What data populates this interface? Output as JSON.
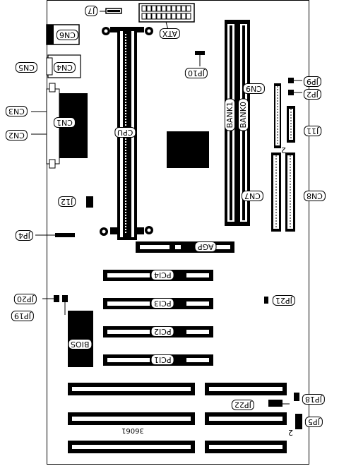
{
  "diagram": {
    "labels": {
      "j7": "J7",
      "atx": "ATX",
      "cn6": "CN6",
      "cn5": "CN5",
      "cn4": "CN4",
      "jp10": "JP10",
      "jp9": "JP9",
      "cn9": "CN9",
      "jp2": "JP2",
      "cn3": "CN3",
      "cn1": "CN1",
      "cpu": "CPU",
      "cn2": "CN2",
      "j11": "J11",
      "bank1": "BANK1",
      "bank0": "BANK0",
      "j12": "J12",
      "cn7": "CN7",
      "cn8": "CN8",
      "jp4": "JP4",
      "agp": "AGP",
      "pci4": "PCI4",
      "jp20": "JP20",
      "jp21": "JP21",
      "pci3": "PCI3",
      "jp19": "JP19",
      "pci2": "PCI2",
      "bios": "BIOS",
      "pci1": "PCI1",
      "jp18": "JP18",
      "jp22": "JP22",
      "jp5": "JP5",
      "pin2_a": "2",
      "pin2_b": "2",
      "board_id": "36061"
    }
  }
}
